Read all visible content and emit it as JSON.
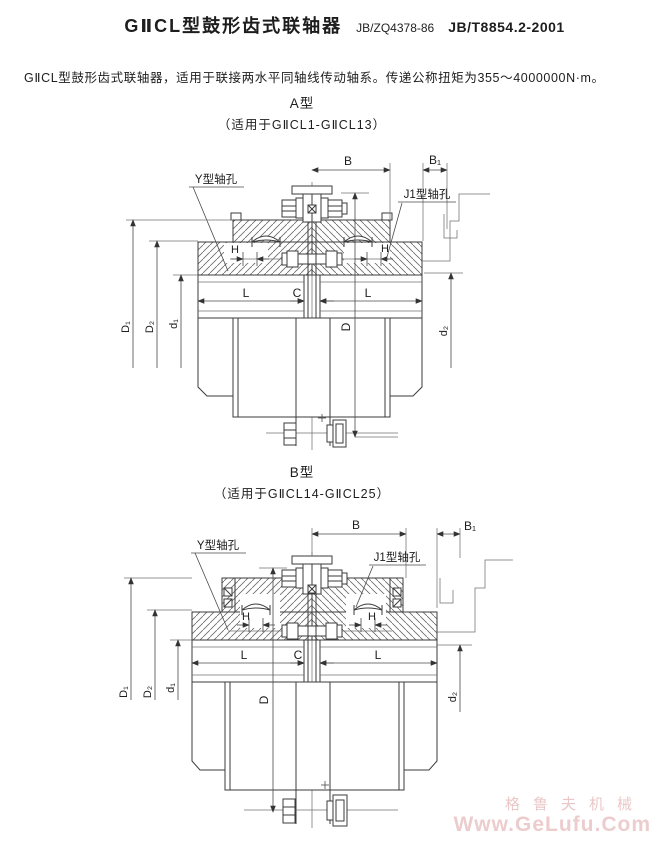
{
  "header": {
    "title": "GⅡCL型鼓形齿式联轴器",
    "standard_ref": "JB/ZQ4378-86",
    "standard_code": "JB/T8854.2-2001"
  },
  "intro": {
    "text": "GⅡCL型鼓形齿式联轴器，适用于联接两水平同轴线传动轴系。传递公称扭矩为355～4000000N·m。"
  },
  "diagram_a": {
    "heading": "A型",
    "subheading": "（适用于GⅡCL1-GⅡCL13）",
    "callouts": {
      "y_bore": "Y型轴孔",
      "j1_bore": "J1型轴孔"
    },
    "dims": {
      "B": "B",
      "B1": "B₁",
      "L": "L",
      "C": "C",
      "H": "H",
      "D": "D",
      "D1": "D₁",
      "D2": "D₂",
      "d1": "d₁",
      "d2": "d₂"
    }
  },
  "diagram_b": {
    "heading": "B型",
    "subheading": "（适用于GⅡCL14-GⅡCL25）",
    "callouts": {
      "y_bore": "Y型轴孔",
      "j1_bore": "J1型轴孔"
    },
    "dims": {
      "B": "B",
      "B1": "B₁",
      "L": "L",
      "C": "C",
      "H": "H",
      "D": "D",
      "D1": "D₁",
      "D2": "D₂",
      "d1": "d₁",
      "d2": "d₂"
    }
  },
  "watermark": {
    "brand": "格鲁夫机械",
    "url": "Www.GeLufu.Com",
    "color": "#ce7a7a"
  }
}
